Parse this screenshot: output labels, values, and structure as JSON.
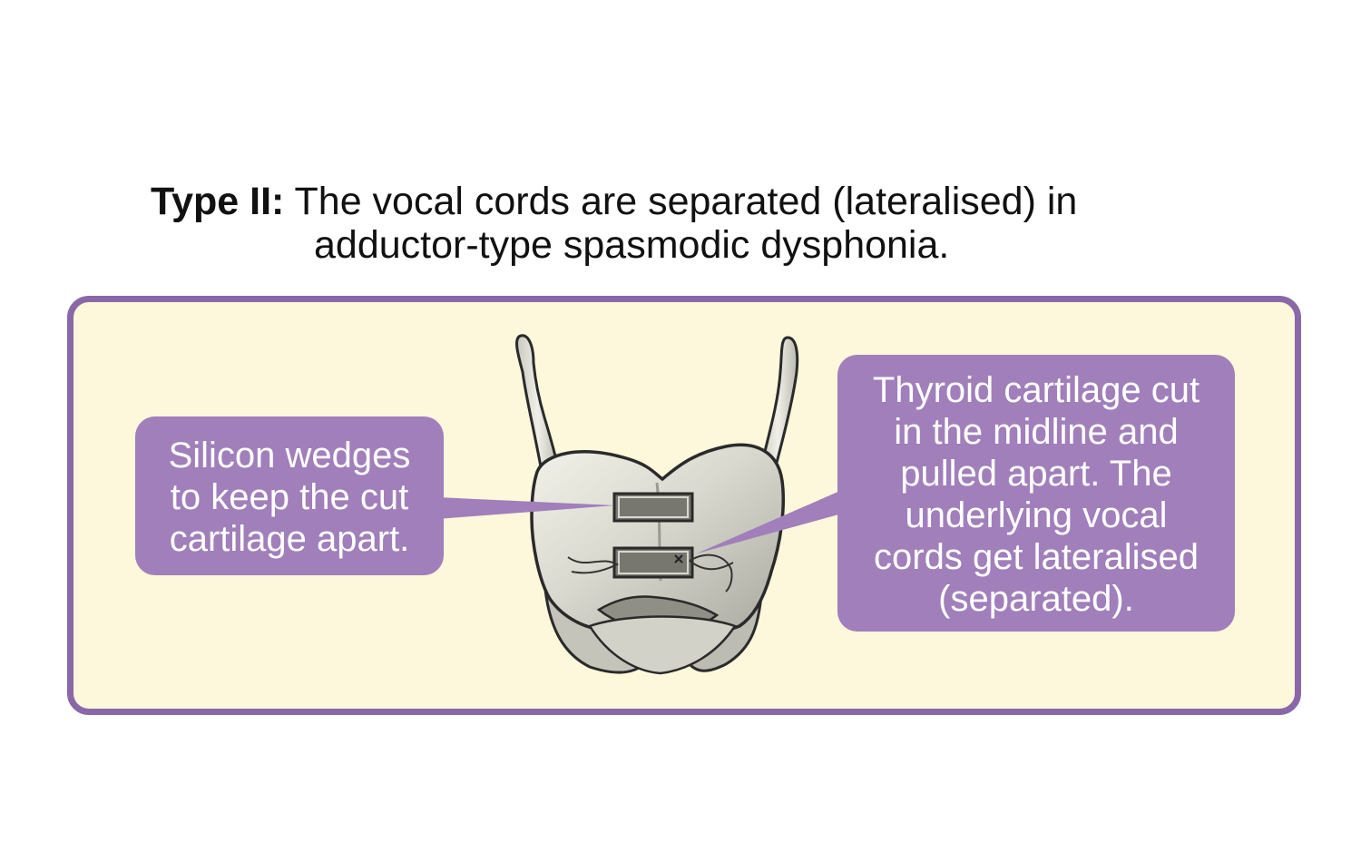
{
  "heading": {
    "prefix": "Type II:",
    "line1": " The vocal cords are separated (lateralised) in",
    "line2": "adductor-type spasmodic dysphonia."
  },
  "callouts": {
    "left": "Silicon wedges\nto keep the cut\ncartilage apart.",
    "right": "Thyroid cartilage cut\nin the midline and\npulled apart. The\nunderlying vocal\ncords get lateralised\n(separated)."
  },
  "colors": {
    "panel_border": "#8a68a8",
    "panel_background": "#fdf8db",
    "callout_background": "#a07fba",
    "cartilage": "#d8d8ce",
    "wedge": "#77776f"
  }
}
